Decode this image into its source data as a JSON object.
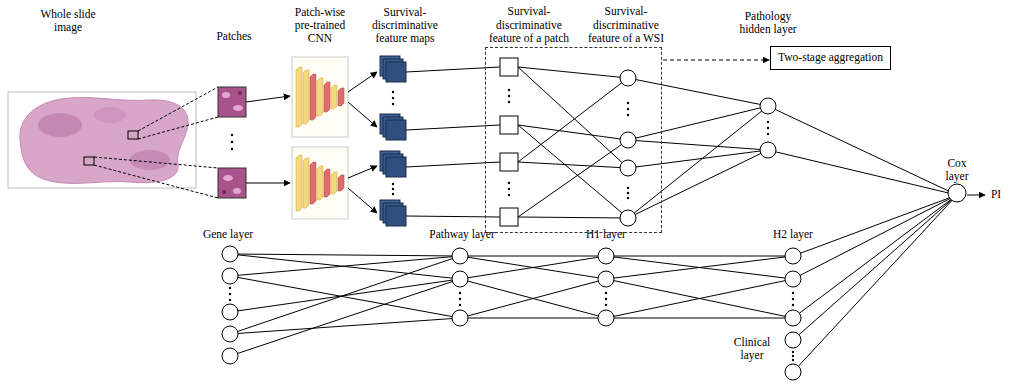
{
  "diagram": {
    "nodes": [
      {
        "text": [
          "Survival-discriminative feature of a patch",
          "Survival-discriminative feature of a WSI"
        ]
      },
      {
        "text": [
          "Two-stage aggregation"
        ]
      },
      {
        "text": [
          "Cox layer"
        ]
      }
    ],
    "edges": [
      {
        "from": 0,
        "to": 1,
        "arrow": "to"
      }
    ],
    "labels": [
      "Whole slide image",
      "Patches",
      "Patch-wise pre-trained CNN",
      "Survival-discriminative feature maps",
      "Pathology hidden layer",
      "Gene layer",
      "Pathway layer",
      "H1 layer",
      "H2 layer",
      "Clinical layer",
      "PI"
    ]
  }
}
